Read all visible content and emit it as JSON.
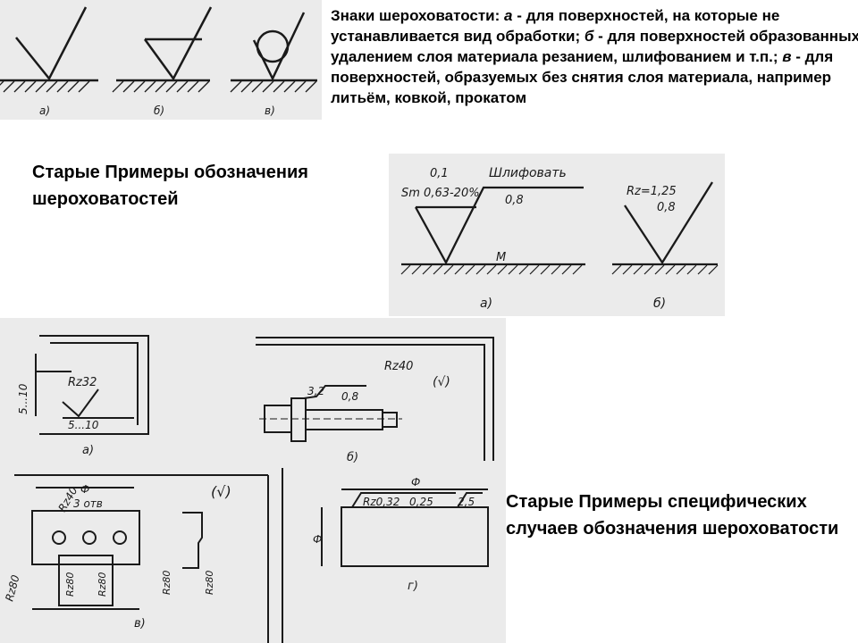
{
  "top_text": {
    "prefix": "Знаки шероховатости: ",
    "a_letter": "а",
    "a_text": " - для поверхностей, на которые не устанавливается вид обработки; ",
    "b_letter": "б",
    "b_text": " - для поверхностей образованных удалением слоя материала резанием, шлифованием и т.п.; ",
    "v_letter": "в",
    "v_text": " - для поверхностей, образуемых без снятия слоя материала, например литьём, ковкой, прокатом"
  },
  "heading_1": "Старые Примеры обозначения шероховатостей",
  "heading_2": "Старые Примеры специфических случаев обозначения шероховатости",
  "figure_1": {
    "labels": [
      "а)",
      "б)",
      "в)"
    ]
  },
  "figure_2": {
    "labels": [
      "а)",
      "б)"
    ],
    "left": {
      "top": "0,1",
      "sm": "Sm 0,63-20%",
      "note": "Шлифовать",
      "value": "0,8",
      "direction": "М"
    },
    "right": {
      "rz": "Rz=1,25",
      "value": "0,8"
    }
  },
  "figure_3": {
    "labels": [
      "а)",
      "б)",
      "в)",
      "г)"
    ],
    "a": {
      "rz": "Rz32",
      "dim_v": "5...10",
      "dim_h": "5...10"
    },
    "b": {
      "rz": "Rz40",
      "check": "(√)",
      "ra": "3,2",
      "val": "0,8"
    },
    "v": {
      "rz_left": "Rz40",
      "note": "3 отв",
      "phi": "Ф",
      "rz_a": "Rz80",
      "rz_b": "Rz80",
      "rz_c": "Rz80",
      "rz_d": "Rz80",
      "rz_e": "Rz80",
      "check": "(√)"
    },
    "g": {
      "phi_top": "Ф",
      "rz": "Rz0,32",
      "val": "0,25",
      "ra": "2,5",
      "phi_side": "Ф"
    }
  },
  "colors": {
    "scan_bg": "#ebebeb",
    "ink": "#1a1a1a",
    "text": "#000000"
  }
}
